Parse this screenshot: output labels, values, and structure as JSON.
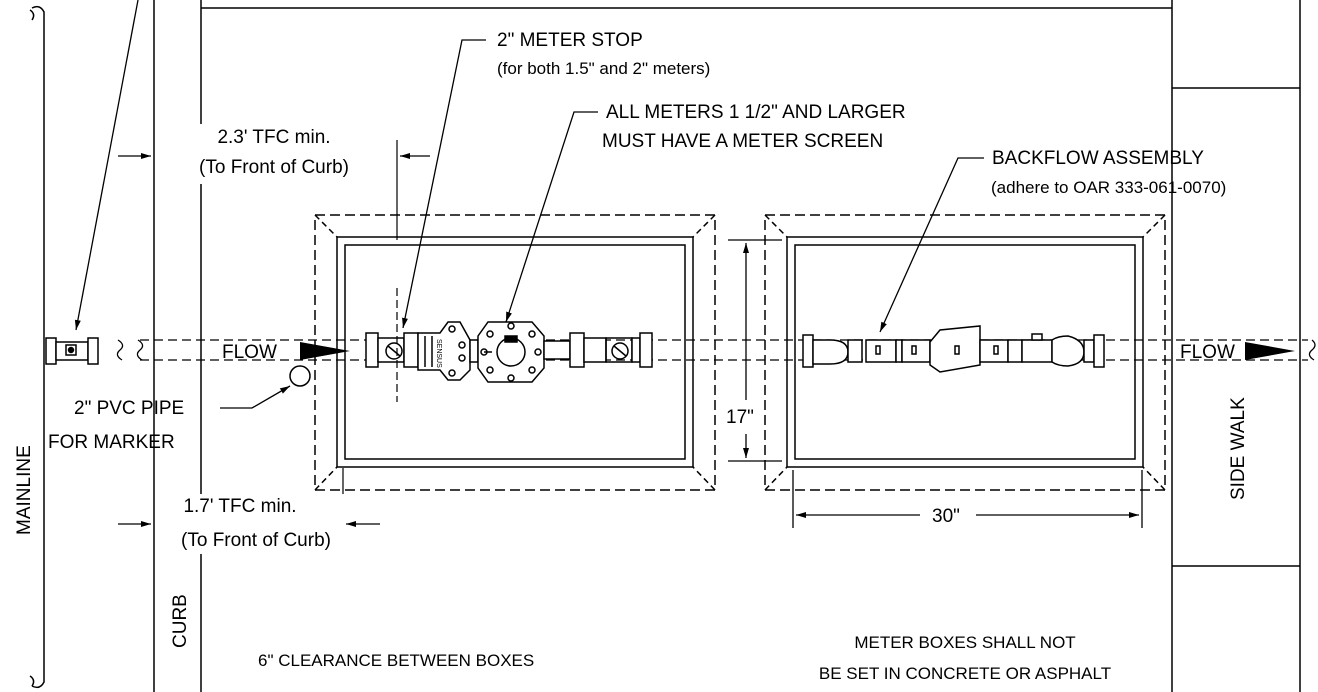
{
  "labels": {
    "meter_stop_1": "2\" METER STOP",
    "meter_stop_2": "(for both 1.5\" and 2\" meters)",
    "meter_screen_1": "ALL METERS 1 1/2\" AND LARGER",
    "meter_screen_2": "MUST HAVE A  METER SCREEN",
    "backflow_1": "BACKFLOW ASSEMBLY",
    "backflow_2": "(adhere to OAR 333-061-0070)",
    "tfc_top_1": "2.3' TFC min.",
    "tfc_top_2": "(To Front of Curb)",
    "tfc_bottom_1": "1.7' TFC min.",
    "tfc_bottom_2": "(To Front of Curb)",
    "pvc_1": "2\" PVC PIPE",
    "pvc_2": "FOR MARKER",
    "flow_left": "FLOW",
    "flow_right": "FLOW",
    "dim_height": "17\"",
    "dim_width": "30\"",
    "mainline": "MAINLINE",
    "curb": "CURB",
    "sidewalk": "SIDE WALK",
    "clearance": "6\" CLEARANCE BETWEEN BOXES",
    "note_1": "METER BOXES SHALL NOT",
    "note_2": "BE SET IN CONCRETE OR ASPHALT",
    "meter_brand": "SENSUS"
  }
}
